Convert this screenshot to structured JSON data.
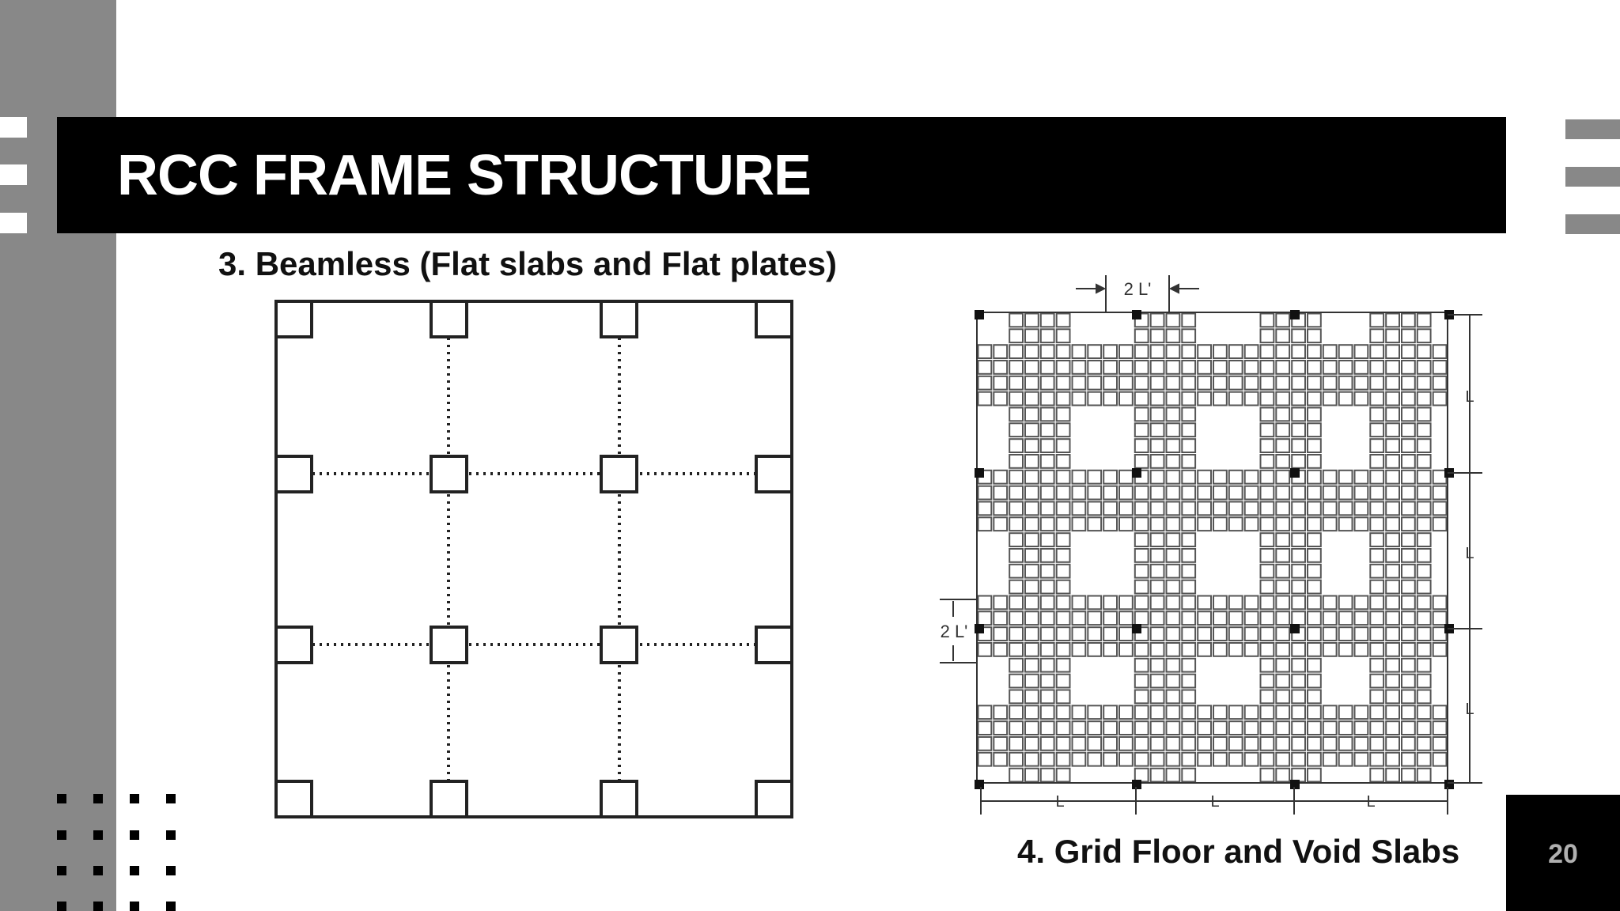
{
  "slide": {
    "title": "RCC FRAME STRUCTURE",
    "page_number": "20",
    "accent_grey": "#888888",
    "title_bar_color": "#000000"
  },
  "figures": {
    "flat_slab": {
      "caption": "3. Beamless (Flat slabs and Flat plates)"
    },
    "grid_floor": {
      "caption": "4. Grid Floor and Void Slabs",
      "dim_top": "2 L'",
      "dim_left": "2 L'",
      "right_labels": [
        "L",
        "L",
        "L"
      ],
      "bottom_labels": [
        "L",
        "L",
        "L"
      ]
    }
  }
}
